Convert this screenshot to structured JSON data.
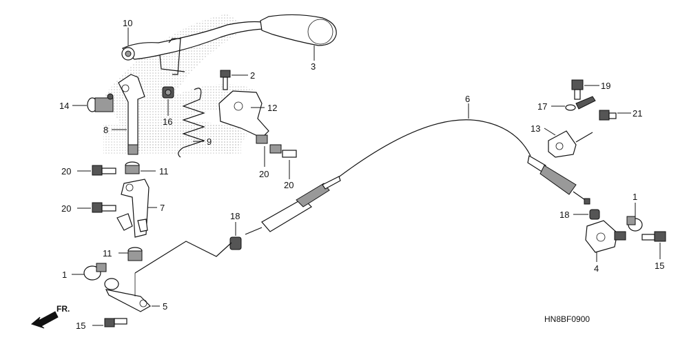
{
  "diagram_code": "HN8BF0900",
  "direction_label": "FR.",
  "callouts": {
    "c1a": "1",
    "c1b": "1",
    "c2": "2",
    "c3": "3",
    "c4": "4",
    "c5": "5",
    "c6": "6",
    "c7": "7",
    "c8": "8",
    "c9": "9",
    "c10": "10",
    "c11a": "11",
    "c11b": "11",
    "c12": "12",
    "c13": "13",
    "c14": "14",
    "c15a": "15",
    "c15b": "15",
    "c16": "16",
    "c17": "17",
    "c18a": "18",
    "c18b": "18",
    "c19": "19",
    "c20a": "20",
    "c20b": "20",
    "c20c": "20",
    "c20d": "20",
    "c21": "21"
  },
  "colors": {
    "line": "#111111",
    "watermark": "#cfcfcf",
    "background": "#ffffff"
  }
}
